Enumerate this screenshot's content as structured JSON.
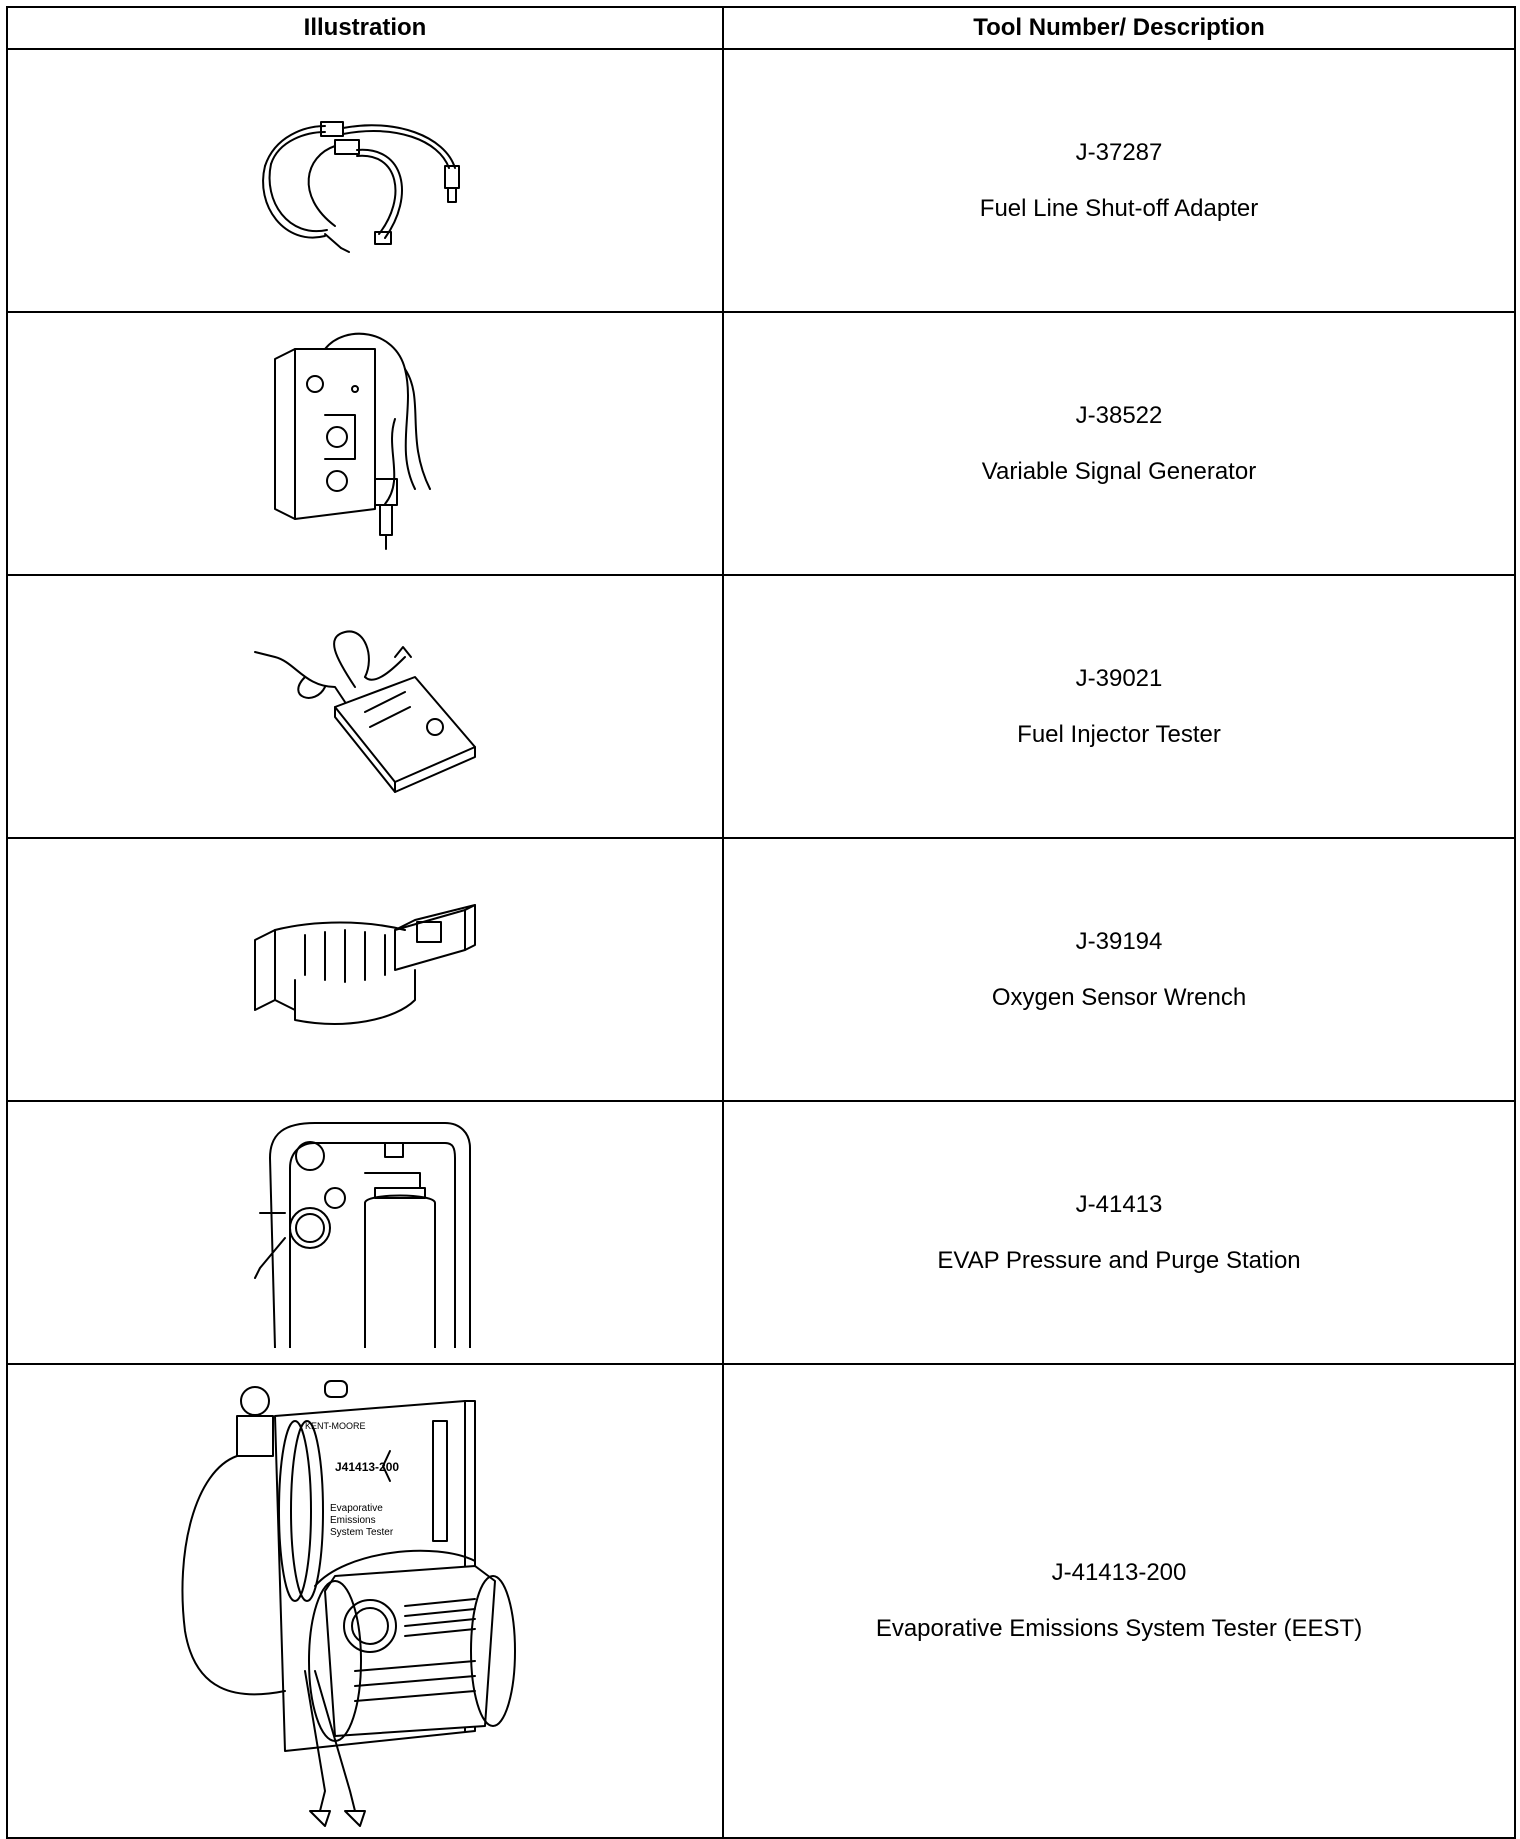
{
  "table": {
    "headers": [
      "Illustration",
      "Tool Number/ Description"
    ],
    "rows": [
      {
        "tool_number": "J-37287",
        "description": "Fuel Line Shut-off Adapter",
        "illustration": "fuel-line-shutoff-adapter-illustration"
      },
      {
        "tool_number": "J-38522",
        "description": "Variable Signal Generator",
        "illustration": "variable-signal-generator-illustration"
      },
      {
        "tool_number": "J-39021",
        "description": "Fuel Injector Tester",
        "illustration": "fuel-injector-tester-illustration"
      },
      {
        "tool_number": "J-39194",
        "description": "Oxygen Sensor Wrench",
        "illustration": "oxygen-sensor-wrench-illustration"
      },
      {
        "tool_number": "J-41413",
        "description": "EVAP Pressure and Purge Station",
        "illustration": "evap-pressure-purge-station-illustration"
      },
      {
        "tool_number": "J-41413-200",
        "description": "Evaporative Emissions System Tester (EEST)",
        "illustration": "eest-illustration",
        "illustration_labels": [
          "KENT-MOORE",
          "J41413-200",
          "Evaporative",
          "Emissions",
          "System Tester"
        ]
      }
    ]
  }
}
